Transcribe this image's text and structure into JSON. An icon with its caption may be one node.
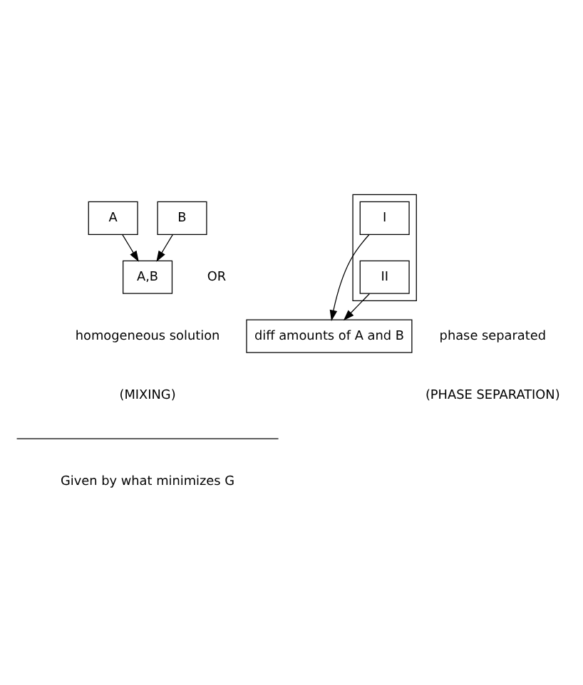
{
  "diagram": {
    "nodes": [
      {
        "text": [
          "A"
        ]
      },
      {
        "text": [
          "B"
        ]
      },
      {
        "text": [
          "A,B"
        ],
        "beside": [
          "homogeneous solution"
        ]
      },
      {
        "text": [],
        "shape": "box",
        "beside": [
          "phase separated"
        ]
      },
      {
        "text": [
          "I"
        ],
        "in": 3
      },
      {
        "text": [
          "II"
        ],
        "in": 3
      },
      {
        "text": [
          "diff amounts of A and B"
        ]
      }
    ],
    "edges": [
      {
        "from": 0,
        "to": 2,
        "arrow": "to"
      },
      {
        "from": 1,
        "to": 2,
        "arrow": "to"
      },
      {
        "from": 4,
        "to": 6,
        "arrow": "to"
      },
      {
        "from": 5,
        "to": 6,
        "arrow": "to"
      }
    ],
    "labels": [
      "OR",
      "(MIXING)",
      "(PHASE SEPARATION)",
      "Given by what minimizes G"
    ]
  }
}
